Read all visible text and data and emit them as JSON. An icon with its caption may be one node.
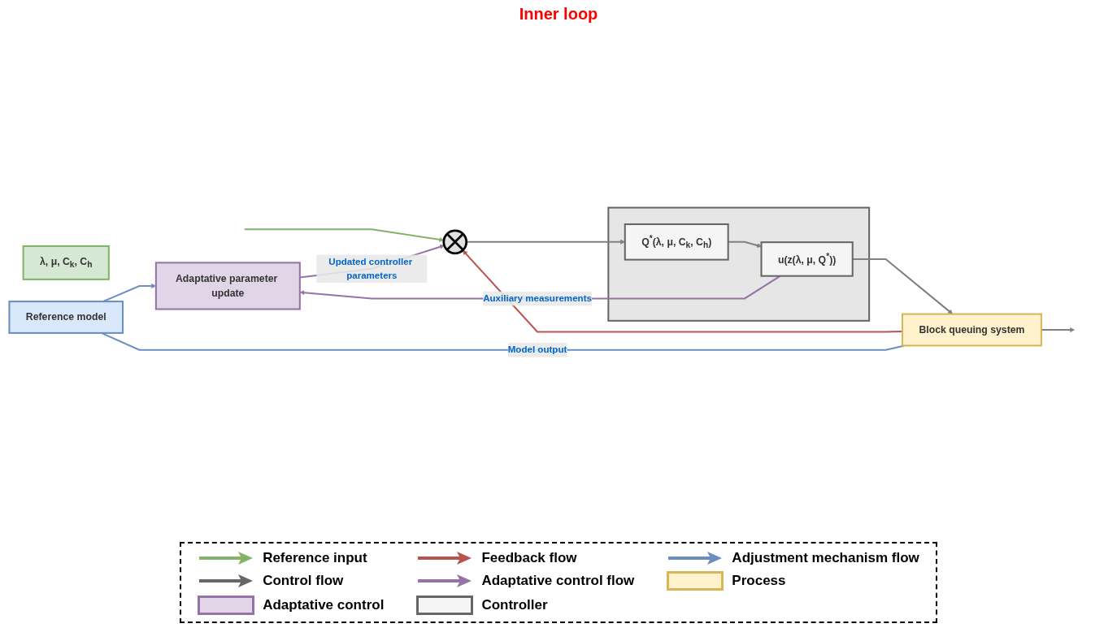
{
  "diagram": {
    "nodes": [
      {
        "text": [
          "λ, μ, C$_{k}$, C$_{h}$"
        ]
      },
      {
        "text": [
          "Reference model"
        ]
      },
      {
        "text": [
          "Adaptative parameter update"
        ]
      },
      {
        "text": [],
        "shape": "circle"
      },
      {
        "text": [],
        "shape": "box"
      },
      {
        "text": [
          "Q$^{*}$(λ, μ, C$_{k}$, C$_{h}$)"
        ],
        "in": 4
      },
      {
        "text": [
          "u(z(λ, μ, Q$^{*}$))"
        ],
        "in": 4
      },
      {
        "text": [
          "Block queuing system"
        ]
      }
    ],
    "edges": [
      {
        "from": null,
        "to": 3,
        "arrow": "to",
        "color": "#82b366"
      },
      {
        "from": 3,
        "to": 5,
        "arrow": "to"
      },
      {
        "from": 5,
        "to": 6,
        "arrow": "to"
      },
      {
        "from": 6,
        "to": 7,
        "arrow": "to"
      },
      {
        "from": 7,
        "to": null,
        "arrow": "to"
      },
      {
        "from": 7,
        "to": 3,
        "arrow": "to",
        "color": "#b85450"
      },
      {
        "from": 7,
        "to": 1,
        "arrow": "none",
        "label": "Model output",
        "color": "#6c8ebf"
      },
      {
        "from": 1,
        "to": 2,
        "arrow": "to",
        "color": "#6c8ebf"
      },
      {
        "from": 6,
        "to": 2,
        "arrow": "to",
        "label": "Auxiliary measurements",
        "color": "#9673a6"
      },
      {
        "from": 2,
        "to": 3,
        "arrow": "to",
        "label": "Updated controller parameters",
        "color": "#9673a6"
      }
    ],
    "labels": [
      "Inner loop"
    ],
    "legend": [
      {
        "text": "Reference input"
      },
      {
        "text": "Feedback flow"
      },
      {
        "text": "Adjustment mechanism flow"
      },
      {
        "text": "Control flow"
      },
      {
        "text": "Adaptative control flow"
      },
      {
        "text": "Process",
        "color": "#fff2cc"
      },
      {
        "text": "Adaptative control",
        "color": "#e1d5e7"
      },
      {
        "text": "Controller",
        "color": "#f5f5f5"
      }
    ]
  }
}
